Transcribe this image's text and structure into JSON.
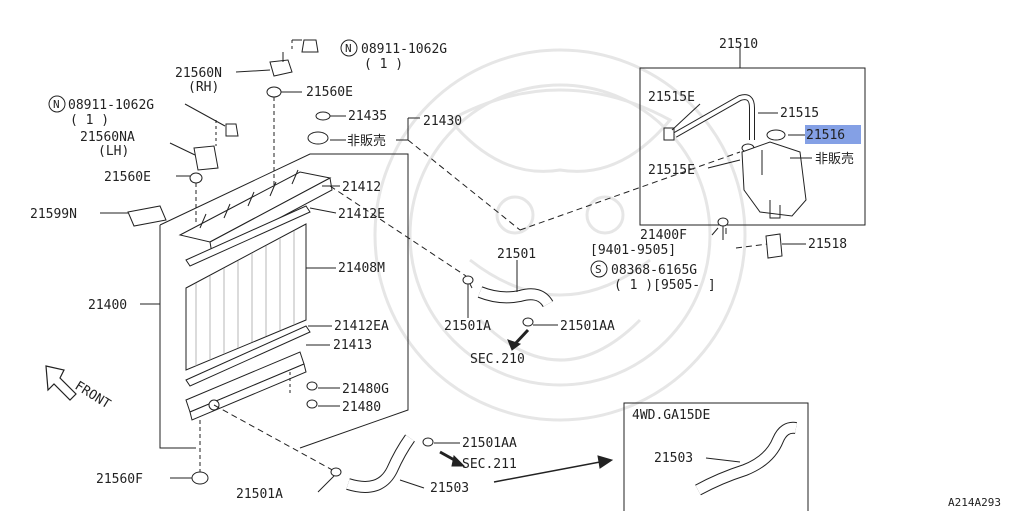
{
  "parts": {
    "p21510": "21510",
    "p21515E_top": "21515E",
    "p21515": "21515",
    "p21516": "21516",
    "hihanbai_tank": "非販売",
    "p21515E_bot": "21515E",
    "p08911_top": "08911-1062G",
    "p08911_top_qty": "( 1 )",
    "n_badge_top": "N",
    "p21560N": "21560N",
    "p21560N_side": "(RH)",
    "p21560E_top": "21560E",
    "p21435": "21435",
    "p21430": "21430",
    "hihanbai_cap": "非販売",
    "p08911_left": "08911-1062G",
    "p08911_left_qty": "( 1 )",
    "n_badge_left": "N",
    "p21560NA": "21560NA",
    "p21560NA_side": "(LH)",
    "p21560E_left": "21560E",
    "p21412": "21412",
    "p21599N": "21599N",
    "p21412E": "21412E",
    "p21408M": "21408M",
    "p21400": "21400",
    "p21412EA": "21412EA",
    "p21413": "21413",
    "p21480G": "21480G",
    "p21480": "21480",
    "p21560F": "21560F",
    "p21501A_bottom": "21501A",
    "p21503": "21503",
    "p21501AA_bottom": "21501AA",
    "sec211": "SEC.211",
    "p21501": "21501",
    "p21501A_mid": "21501A",
    "p21501AA_mid": "21501AA",
    "sec210": "SEC.210",
    "p21400F": "21400F",
    "p21400F_range": "[9401-9505]",
    "p08368": "08368-6165G",
    "p08368_qty": "( 1 )[9505-     ]",
    "s_badge": "S",
    "p21518": "21518",
    "front": "FRONT",
    "inset_title": "4WD.GA15DE",
    "inset_part": "21503",
    "diagram_code": "A214A293"
  },
  "colors": {
    "line": "#222222",
    "highlight": "#6f8fe0",
    "watermark": "#e6e6e6"
  }
}
